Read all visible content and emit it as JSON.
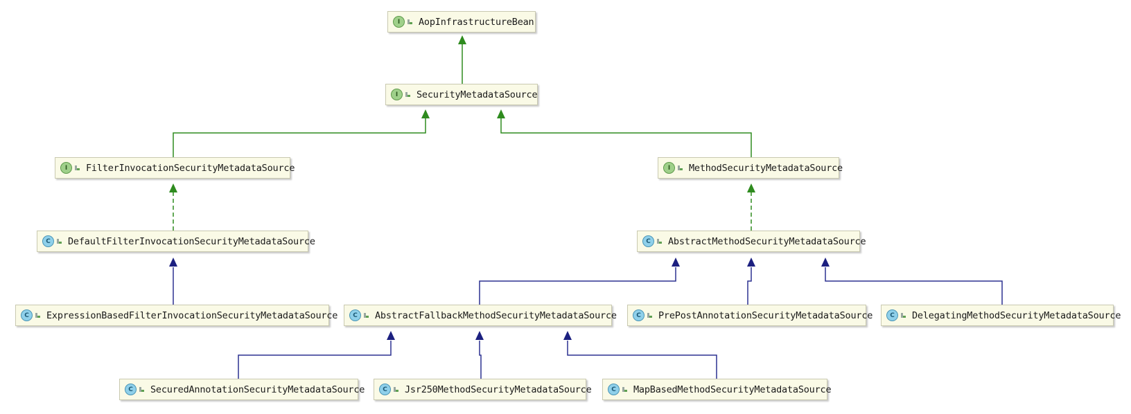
{
  "nodes": [
    {
      "label": "AopInfrastructureBean",
      "kind_badge": "I",
      "kind": "interface"
    },
    {
      "label": "SecurityMetadataSource",
      "kind_badge": "I",
      "kind": "interface"
    },
    {
      "label": "FilterInvocationSecurityMetadataSource",
      "kind_badge": "I",
      "kind": "interface"
    },
    {
      "label": "MethodSecurityMetadataSource",
      "kind_badge": "I",
      "kind": "interface"
    },
    {
      "label": "DefaultFilterInvocationSecurityMetadataSource",
      "kind_badge": "C",
      "kind": "class"
    },
    {
      "label": "AbstractMethodSecurityMetadataSource",
      "kind_badge": "C",
      "kind": "class"
    },
    {
      "label": "ExpressionBasedFilterInvocationSecurityMetadataSource",
      "kind_badge": "C",
      "kind": "class"
    },
    {
      "label": "AbstractFallbackMethodSecurityMetadataSource",
      "kind_badge": "C",
      "kind": "class"
    },
    {
      "label": "PrePostAnnotationSecurityMetadataSource",
      "kind_badge": "C",
      "kind": "class"
    },
    {
      "label": "DelegatingMethodSecurityMetadataSource",
      "kind_badge": "C",
      "kind": "class"
    },
    {
      "label": "SecuredAnnotationSecurityMetadataSource",
      "kind_badge": "C",
      "kind": "class"
    },
    {
      "label": "Jsr250MethodSecurityMetadataSource",
      "kind_badge": "C",
      "kind": "class"
    },
    {
      "label": "MapBasedMethodSecurityMetadataSource",
      "kind_badge": "C",
      "kind": "class"
    }
  ],
  "edges": [
    {
      "from": "SecurityMetadataSource",
      "to": "AopInfrastructureBean",
      "relation": "extends"
    },
    {
      "from": "FilterInvocationSecurityMetadataSource",
      "to": "SecurityMetadataSource",
      "relation": "extends"
    },
    {
      "from": "MethodSecurityMetadataSource",
      "to": "SecurityMetadataSource",
      "relation": "extends"
    },
    {
      "from": "DefaultFilterInvocationSecurityMetadataSource",
      "to": "FilterInvocationSecurityMetadataSource",
      "relation": "implements"
    },
    {
      "from": "AbstractMethodSecurityMetadataSource",
      "to": "MethodSecurityMetadataSource",
      "relation": "implements"
    },
    {
      "from": "ExpressionBasedFilterInvocationSecurityMetadataSource",
      "to": "DefaultFilterInvocationSecurityMetadataSource",
      "relation": "extends"
    },
    {
      "from": "AbstractFallbackMethodSecurityMetadataSource",
      "to": "AbstractMethodSecurityMetadataSource",
      "relation": "extends"
    },
    {
      "from": "PrePostAnnotationSecurityMetadataSource",
      "to": "AbstractMethodSecurityMetadataSource",
      "relation": "extends"
    },
    {
      "from": "DelegatingMethodSecurityMetadataSource",
      "to": "AbstractMethodSecurityMetadataSource",
      "relation": "extends"
    },
    {
      "from": "SecuredAnnotationSecurityMetadataSource",
      "to": "AbstractFallbackMethodSecurityMetadataSource",
      "relation": "extends"
    },
    {
      "from": "Jsr250MethodSecurityMetadataSource",
      "to": "AbstractFallbackMethodSecurityMetadataSource",
      "relation": "extends"
    },
    {
      "from": "MapBasedMethodSecurityMetadataSource",
      "to": "AbstractFallbackMethodSecurityMetadataSource",
      "relation": "extends"
    }
  ],
  "colors": {
    "interface_edge": "#2e8b1e",
    "class_edge": "#2c3190",
    "class_edge_head": "#1c2080"
  }
}
